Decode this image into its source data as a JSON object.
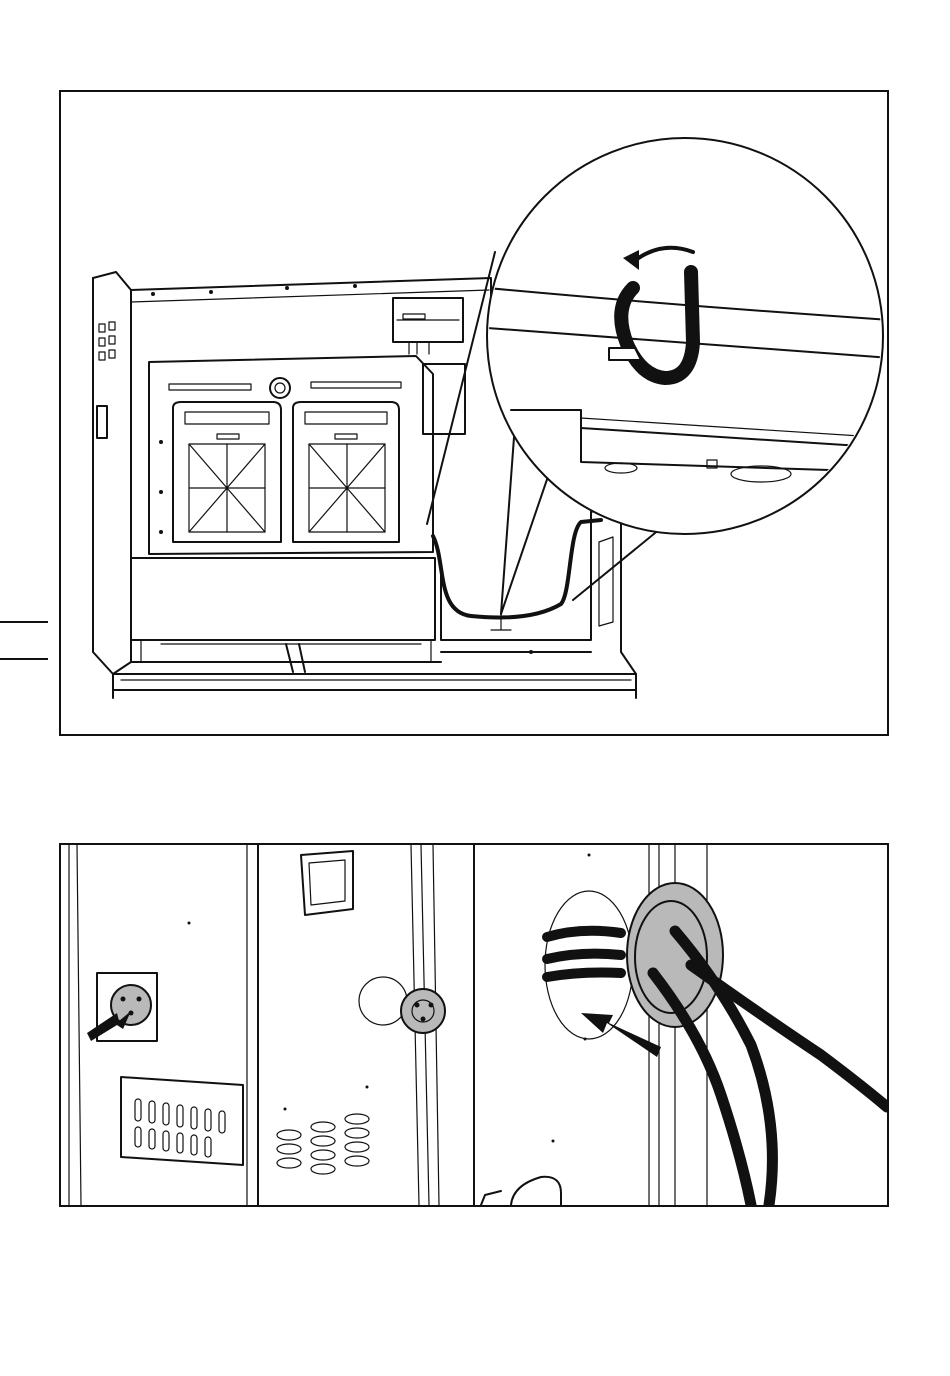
{
  "page": {
    "figures": [
      {
        "id": "top",
        "subject": "boiler-rear-view-with-detail-magnifier",
        "icons": [
          "rotate-arrow-icon"
        ]
      },
      {
        "id": "bottom",
        "subject": "grommet-cable-entry-sequence",
        "panels": 3,
        "icons": [
          "insert-arrow-icon"
        ]
      }
    ],
    "colors": {
      "line": "#111111",
      "fill_grey": "#b9b9b9",
      "background": "#ffffff"
    }
  }
}
